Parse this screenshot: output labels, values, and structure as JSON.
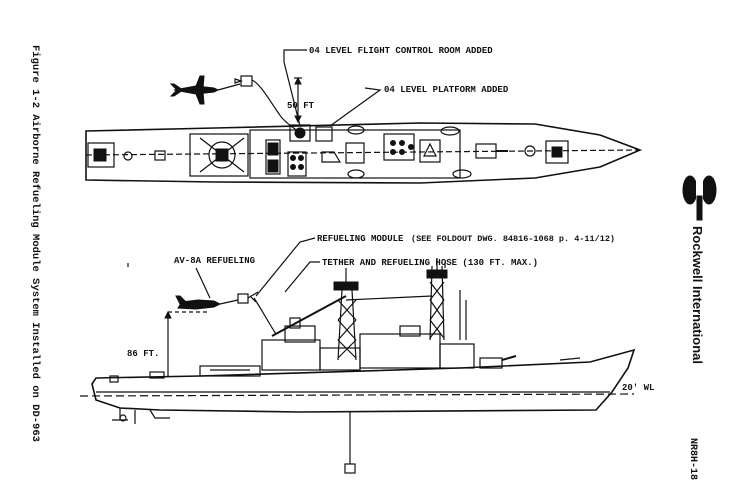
{
  "figure": {
    "caption": "Figure 1-2 Airborne Refueling Module System Installed on DD-963"
  },
  "top_view": {
    "label_control_room": "04 LEVEL FLIGHT CONTROL ROOM ADDED",
    "label_platform": "04 LEVEL PLATFORM ADDED",
    "dimension": "50 FT"
  },
  "side_view": {
    "label_module": "REFUELING MODULE",
    "label_foldout": "(SEE FOLDOUT DWG. 84816-1068 p. 4-11/12)",
    "label_hose": "TETHER AND REFUELING HOSE (130 FT. MAX.)",
    "label_aircraft": "AV-8A REFUELING",
    "dimension": "86 FT.",
    "waterline": "20' WL"
  },
  "brand": {
    "name": "Rockwell International",
    "doc_number": "NR8H-18"
  }
}
